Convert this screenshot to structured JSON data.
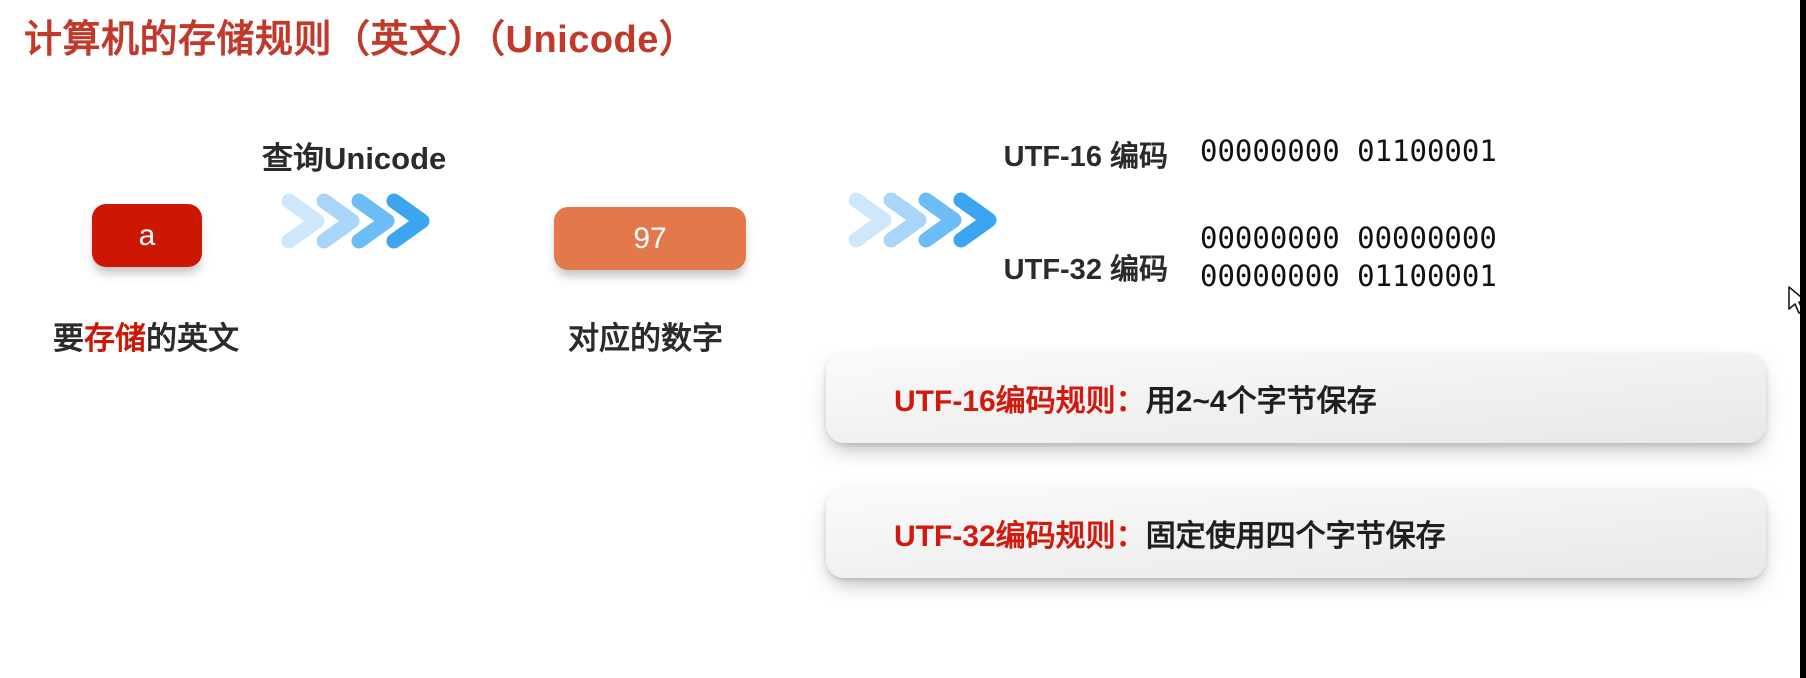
{
  "title": "计算机的存储规则（英文）（Unicode）",
  "flow": {
    "source": {
      "box_value": "a",
      "box_color": "#cc1705",
      "caption_prefix": "要",
      "caption_highlight": "存储",
      "caption_suffix": "的英文"
    },
    "arrow_1_label": "查询Unicode",
    "code_point": {
      "box_value": "97",
      "box_color": "#e3794a",
      "caption": "对应的数字"
    },
    "encodings": [
      {
        "name": "UTF-16 编码",
        "bits": "00000000 01100001"
      },
      {
        "name": "UTF-32 编码",
        "bits": "00000000 00000000\n00000000 01100001"
      }
    ],
    "chevron_colors": [
      "#cfe7fb",
      "#a8d5f8",
      "#6cbcf5",
      "#3ba5f0"
    ]
  },
  "callouts": [
    {
      "rule_name": "UTF-16编码规则：",
      "rule_detail": "用2~4个字节保存"
    },
    {
      "rule_name": "UTF-32编码规则：",
      "rule_detail": "固定使用四个字节保存"
    }
  ],
  "accent_colors": {
    "title_red": "#c0392b",
    "rule_red": "#d11a0d",
    "text_black": "#2b2b2b"
  }
}
